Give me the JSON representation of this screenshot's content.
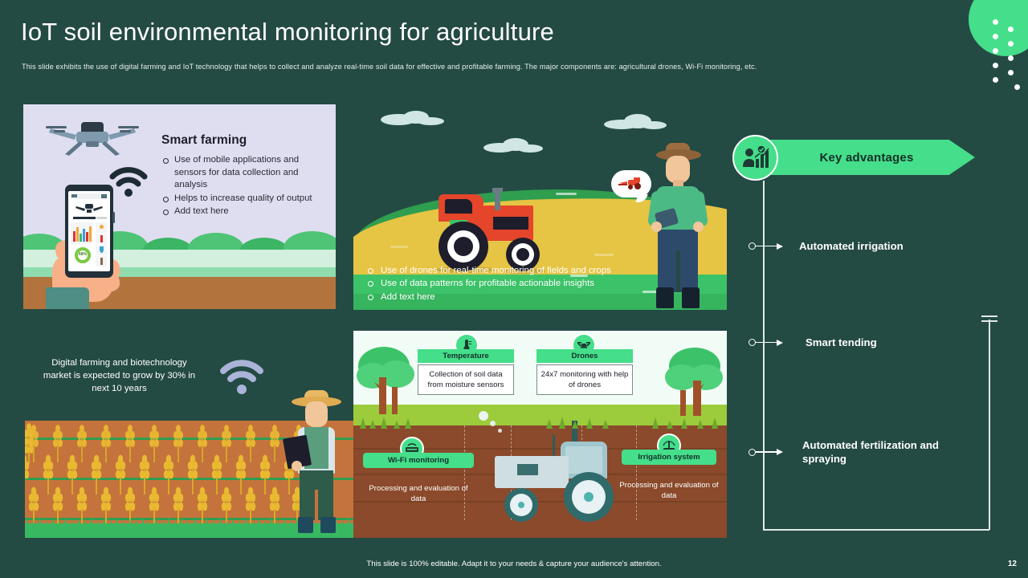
{
  "header": {
    "title": "IoT soil environmental monitoring for agriculture",
    "subtitle": "This slide exhibits the use of digital farming and IoT  technology that helps to collect and analyze real-time soil data  for effective and profitable farming. The major  components are: agricultural drones, Wi-Fi monitoring,  etc."
  },
  "smart_farming": {
    "heading": "Smart farming",
    "bullets": [
      "Use of mobile applications and sensors for data collection and analysis",
      "Helps to increase quality of output",
      "Add text here"
    ]
  },
  "field_panel": {
    "bullets": [
      "Use of drones for real-time  monitoring of fields  and crops",
      "Use of data patterns for profitable  actionable insights",
      "Add text here"
    ]
  },
  "wheat_panel": {
    "note": "Digital farming and biotechnology market is expected to grow by 30% in next 10 years"
  },
  "iot_diagram": {
    "nodes": [
      {
        "label": "Temperature",
        "caption": "Collection of soil data from moisture sensors",
        "icon": "thermometer-icon"
      },
      {
        "label": "Drones",
        "caption": "24x7 monitoring with help of drones",
        "icon": "drone-icon"
      },
      {
        "label": "Wi-Fi monitoring",
        "caption": "Processing and evaluation of data",
        "icon": "router-icon"
      },
      {
        "label": "Irrigation system",
        "caption": "Processing and evaluation of data",
        "icon": "sprinkler-icon"
      }
    ]
  },
  "key_advantages": {
    "heading": "Key advantages",
    "icon": "analytics-person-icon",
    "items": [
      {
        "label": "Automated irrigation"
      },
      {
        "label": "Smart tending"
      },
      {
        "label": "Automated  fertilization and spraying"
      }
    ]
  },
  "footer": {
    "note": "This slide is 100% editable. Adapt it to your needs & capture your audience's attention.",
    "page_number": "12"
  },
  "colors": {
    "background": "#244a44",
    "accent_green": "#45de8a",
    "panel_light": "#dedef0",
    "soil_brown": "#8a4a2b",
    "wheat_soil": "#c5733c",
    "tractor_red": "#e4452b"
  }
}
